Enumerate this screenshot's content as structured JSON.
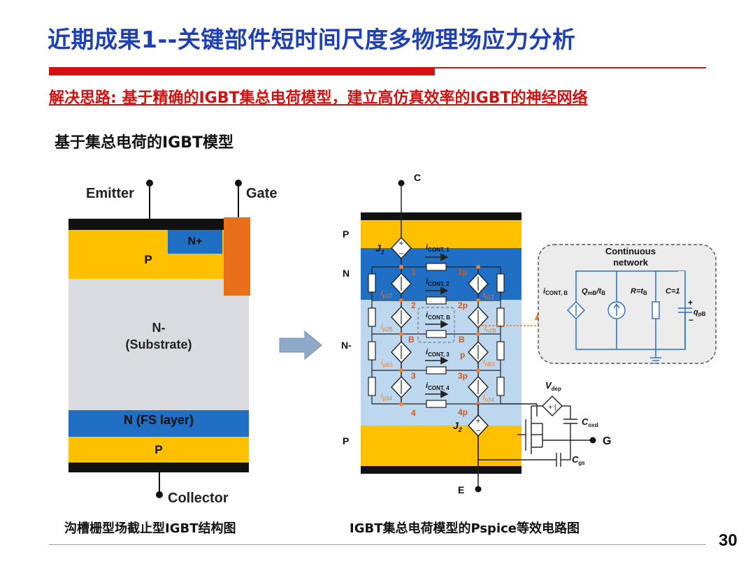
{
  "header": {
    "title": "近期成果1--关键部件短时间尺度多物理场应力分析",
    "subtitle": "解决思路: 基于精确的IGBT集总电荷模型，建立高仿真效率的IGBT的神经网络",
    "section_title": "基于集总电荷的IGBT模型"
  },
  "structure": {
    "emitter": "Emitter",
    "gate": "Gate",
    "n_plus": "N+",
    "p_top": "P",
    "n_minus": "N-",
    "substrate": "(Substrate)",
    "n_fs": "N (FS layer)",
    "p_bottom": "P",
    "collector": "Collector"
  },
  "circuit": {
    "c": "C",
    "e": "E",
    "g": "G",
    "layer_p_top": "P",
    "layer_n": "N",
    "layer_n_minus": "N-",
    "layer_p_bottom": "P",
    "j1": "J",
    "j1_sub": "1",
    "j2": "J",
    "j2_sub": "2",
    "i": "i",
    "cont1": "CONT, 1",
    "cont2": "CONT, 2",
    "contB": "CONT, B",
    "cont3": "CONT, 3",
    "cont4": "CONT, 4",
    "ip12": "p12",
    "in12": "n12",
    "ip2B": "p2B",
    "in2B": "n2B",
    "ipB3": "pB3",
    "inB3": "nB3",
    "ip34": "p34",
    "in34": "n34",
    "node1": "1",
    "node1p": "1p",
    "node2": "2",
    "node2p": "2p",
    "nodeB": "B",
    "nodeBp": "B",
    "node3": "3",
    "node3p": "3p",
    "nodep": "p",
    "node4": "4",
    "node4p": "4p",
    "vdep": "V",
    "vdep_sub": "dep",
    "coxd": "C",
    "coxd_sub": "oxd",
    "cgs": "C",
    "cgs_sub": "gs"
  },
  "network": {
    "title_line1": "Continuous",
    "title_line2": "network",
    "icont": "CONT, B",
    "q": "Q",
    "q_sub": "mB",
    "q_slash": "/t",
    "q_t_sub": "B",
    "r": "R=t",
    "r_sub": "B",
    "c": "C=1",
    "plus": "+",
    "minus": "−",
    "qpb": "q",
    "qpb_sub": "pB"
  },
  "captions": {
    "left": "沟槽栅型场截止型IGBT结构图",
    "right": "IGBT集总电荷模型的Pspice等效电路图"
  },
  "page_number": "30",
  "colors": {
    "title_blue": "#1f3fb4",
    "accent_red": "#d01212",
    "p_yellow": "#ffc000",
    "n_blue": "#1f6fc5",
    "n_minus_grey": "#dadbe0",
    "gate_orange": "#e8701a",
    "wire_blue": "#2b6cc0",
    "node_orange": "#ed7d31"
  }
}
